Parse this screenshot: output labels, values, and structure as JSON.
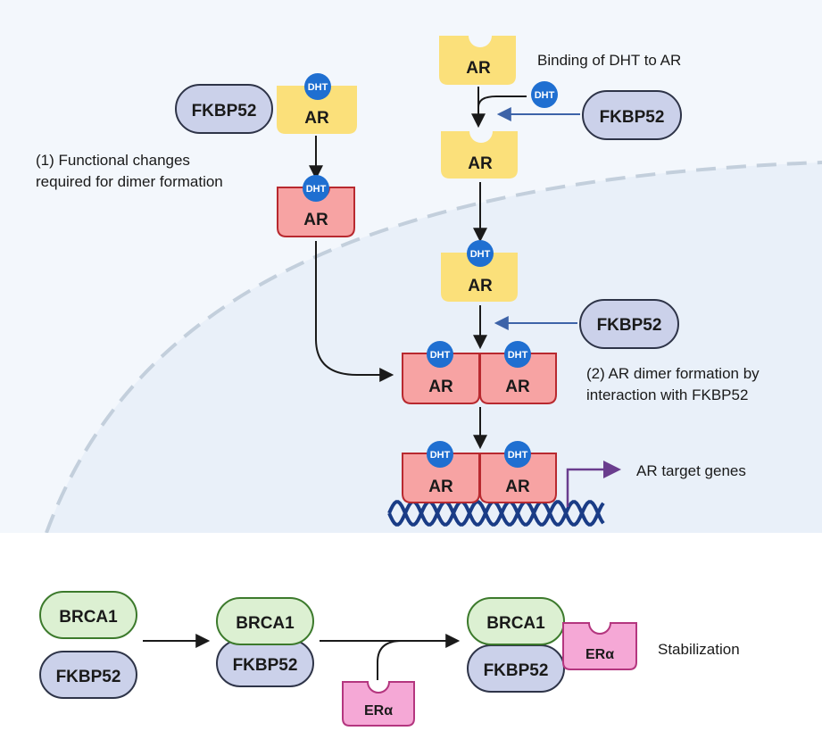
{
  "labels": {
    "ar": "AR",
    "dht": "DHT",
    "fkbp52": "FKBP52",
    "brca1": "BRCA1",
    "er_alpha": "ERα",
    "binding_note": "Binding of DHT to AR",
    "note1_line1": "(1) Functional changes",
    "note1_line2": "required for dimer formation",
    "note2_line1": "(2) AR dimer formation by",
    "note2_line2": "interaction with FKBP52",
    "target_genes": "AR target genes",
    "stabilization": "Stabilization"
  },
  "colors": {
    "cell_bg": "#f3f7fc",
    "nucleus_bg": "#e9f0f9",
    "nucleus_border": "#c3cfdc",
    "ar_yellow": "#fbe07a",
    "ar_red": "#f7a3a3",
    "ar_red_border": "#b8292f",
    "dht": "#1f6fd1",
    "fkbp52_fill": "#cbd1ea",
    "fkbp52_border": "#2e3448",
    "brca1_fill": "#dcf0d2",
    "brca1_border": "#3c7a2c",
    "er_fill": "#f5a8d6",
    "er_border": "#b4367f",
    "blue_arrow": "#3d63a8",
    "purple_arrow": "#6a3d8e",
    "dna": "#1a3c86"
  }
}
